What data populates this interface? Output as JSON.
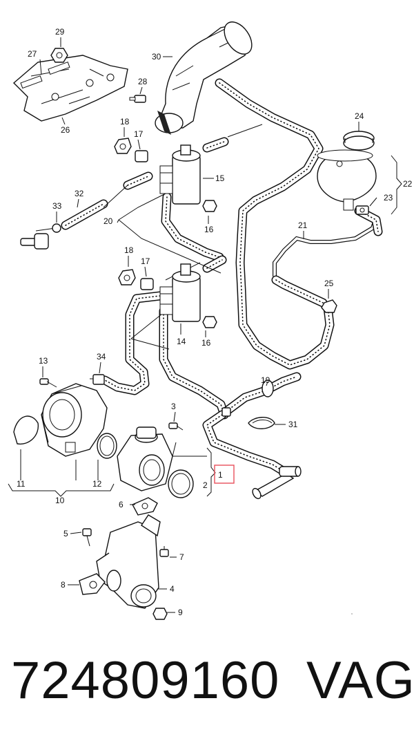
{
  "callouts": {
    "c1": "1",
    "c2": "2",
    "c3": "3",
    "c4": "4",
    "c5": "5",
    "c6": "6",
    "c7": "7",
    "c8": "8",
    "c9": "9",
    "c10": "10",
    "c11": "11",
    "c12": "12",
    "c13": "13",
    "c14": "14",
    "c15": "15",
    "c16a": "16",
    "c16b": "16",
    "c17a": "17",
    "c17b": "17",
    "c18a": "18",
    "c18b": "18",
    "c19": "19",
    "c20": "20",
    "c21": "21",
    "c22": "22",
    "c23": "23",
    "c24": "24",
    "c25": "25",
    "c26": "26",
    "c27": "27",
    "c28": "28",
    "c29": "29",
    "c30": "30",
    "c31": "31",
    "c32": "32",
    "c33": "33",
    "c34": "34"
  },
  "footer": {
    "part_number": "724809160",
    "brand": "VAG"
  },
  "highlight_color": "#e8505b"
}
